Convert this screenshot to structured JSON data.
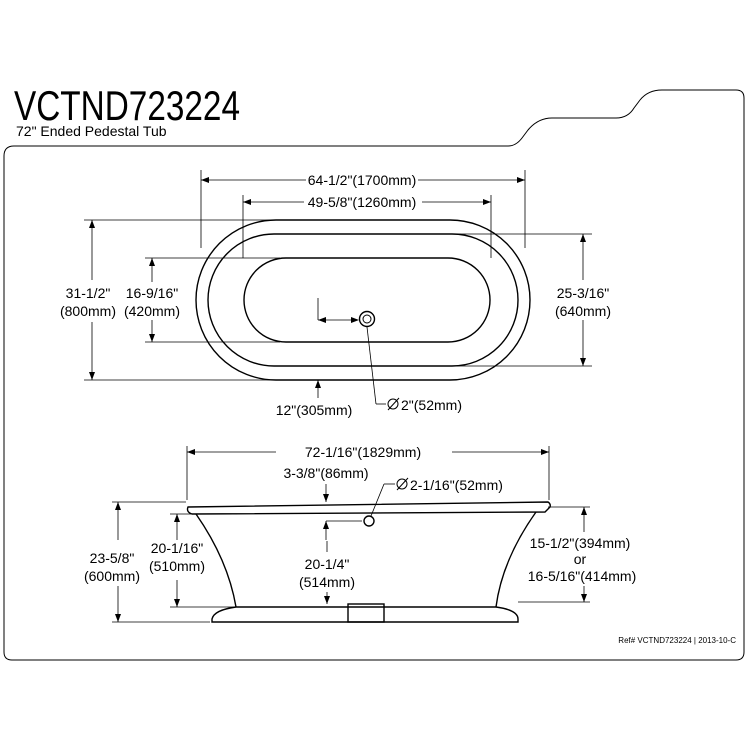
{
  "header": {
    "model": "VCTND723224",
    "subtitle": "72\" Ended Pedestal Tub"
  },
  "top_view": {
    "outer_length": "64-1/2\"(1700mm)",
    "inner_length": "49-5/8\"(1260mm)",
    "outer_width_in": "31-1/2\"",
    "outer_width_mm": "(800mm)",
    "inner_width_in": "16-9/16\"",
    "inner_width_mm": "(420mm)",
    "rim_width_in": "25-3/16\"",
    "rim_width_mm": "(640mm)",
    "drain_offset": "12\"(305mm)",
    "drain_diameter": "2\"(52mm)"
  },
  "side_view": {
    "overall_length": "72-1/16\"(1829mm)",
    "overflow_height": "3-3/8\"(86mm)",
    "overflow_diameter": "2-1/16\"(52mm)",
    "total_height_in": "23-5/8\"",
    "total_height_mm": "(600mm)",
    "inner_height_in": "20-1/16\"",
    "inner_height_mm": "(510mm)",
    "depth_in": "20-1/4\"",
    "depth_mm": "(514mm)",
    "side_a": "15-1/2\"(394mm)",
    "or_label": "or",
    "side_b": "16-5/16\"(414mm)"
  },
  "footer": {
    "ref": "Ref# VCTND723224 | 2013-10-C"
  }
}
